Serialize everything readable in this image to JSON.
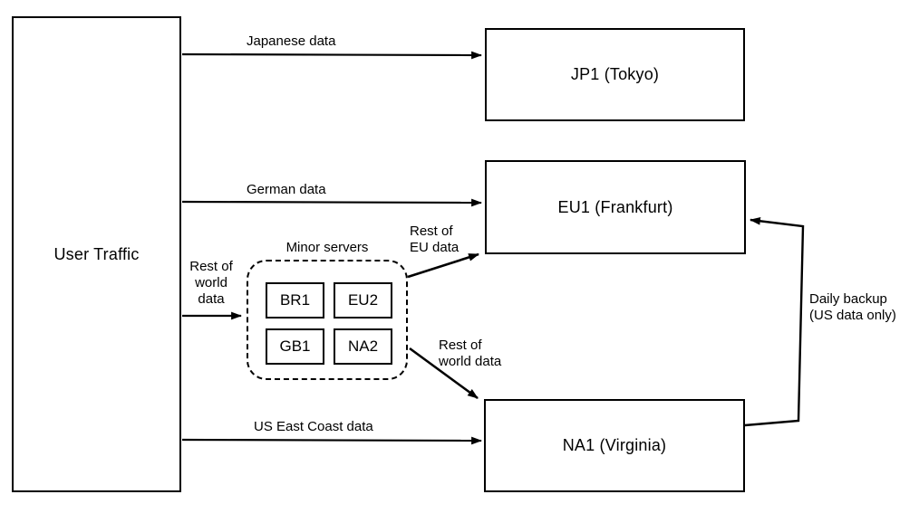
{
  "colors": {
    "background": "#ffffff",
    "line": "#000000",
    "text": "#000000"
  },
  "nodes": {
    "user_traffic": {
      "label": "User Traffic"
    },
    "jp1": {
      "label": "JP1 (Tokyo)"
    },
    "eu1": {
      "label": "EU1 (Frankfurt)"
    },
    "na1": {
      "label": "NA1 (Virginia)"
    },
    "minor_servers": {
      "label": "Minor servers",
      "children": [
        {
          "label": "BR1"
        },
        {
          "label": "EU2"
        },
        {
          "label": "GB1"
        },
        {
          "label": "NA2"
        }
      ]
    }
  },
  "edges": [
    {
      "id": "japanese-data",
      "from": "User Traffic",
      "to": "JP1 (Tokyo)",
      "label": "Japanese data"
    },
    {
      "id": "german-data",
      "from": "User Traffic",
      "to": "EU1 (Frankfurt)",
      "label": "German data"
    },
    {
      "id": "rest-of-world-to-minor",
      "from": "User Traffic",
      "to": "Minor servers",
      "label": "Rest of\nworld\ndata"
    },
    {
      "id": "rest-of-eu",
      "from": "Minor servers",
      "to": "EU1 (Frankfurt)",
      "label": "Rest of\nEU data"
    },
    {
      "id": "rest-of-world-to-na1",
      "from": "Minor servers",
      "to": "NA1 (Virginia)",
      "label": "Rest of\nworld data"
    },
    {
      "id": "us-east-coast",
      "from": "User Traffic",
      "to": "NA1 (Virginia)",
      "label": "US East Coast data"
    },
    {
      "id": "daily-backup",
      "from": "NA1 (Virginia)",
      "to": "EU1 (Frankfurt)",
      "label": "Daily backup\n(US data only)"
    }
  ]
}
